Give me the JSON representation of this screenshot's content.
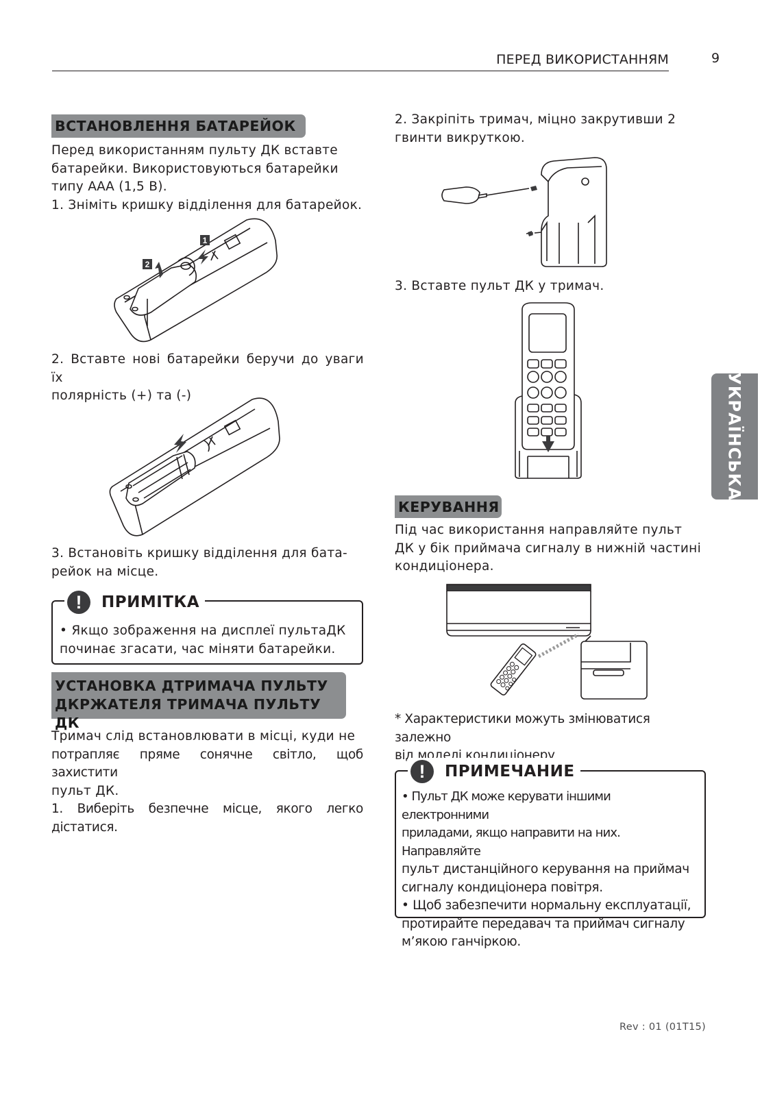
{
  "header": {
    "title": "ПЕРЕД ВИКОРИСТАННЯМ",
    "page_number": "9"
  },
  "side_tab": {
    "label": "УКРАЇНСЬКА"
  },
  "battery_section": {
    "heading": "ВСТАНОВЛЕННЯ БАТАРЕЙОК",
    "intro": [
      "Перед використанням пульту ДК вставте",
      "батарейки. Використовуються батарейки",
      "типу ААА (1,5 В)."
    ],
    "step1": "1. Зніміть кришку відділення для батарейок.",
    "step2": [
      "2. Вставте нові батарейки беручи до уваги їх",
      "полярність (+) та (-)"
    ],
    "step3": [
      "3. Встановіть кришку відділення для бата-",
      "рейок на місце."
    ],
    "figure1_labels": {
      "arrow1": "1",
      "arrow2": "2"
    }
  },
  "note1": {
    "title": "ПРИМІТКА",
    "lines": [
      "• Якщо зображення на дисплеї пультаДК",
      "починає згасати, час міняти батарейки."
    ]
  },
  "holder_section": {
    "heading": [
      "УСТАНОВКА ДТРИМАЧА ПУЛЬТУ",
      "ДКРЖАТЕЛЯ ТРИМАЧА ПУЛЬТУ ДК"
    ],
    "text": [
      "Тримач слід встановлювати в місці, куди не",
      "потрапляє пряме сонячне світло, щоб захистити",
      "пульт ДК."
    ],
    "step1": "1. Виберіть безпечне місце, якого легко дістатися.",
    "step2": [
      "2. Закріпіть тримач, міцно закрутивши 2",
      "гвинти викруткою."
    ],
    "step3": "3. Вставте пульт ДК у тримач."
  },
  "control_section": {
    "heading": "КЕРУВАННЯ",
    "text": [
      "Під час використання направляйте пульт",
      "ДК у бік приймача сигналу в нижній частині",
      "кондиціонера."
    ],
    "footnote": [
      "* Характеристики можуть змінюватися залежно",
      "від моделі кондиціонеру"
    ]
  },
  "note2": {
    "title": "ПРИМЕЧАНИЕ",
    "lines": [
      "• Пульт ДК може керувати іншими електронними",
      "приладами, якщо направити на них. Направляйте",
      "пульт дистанційного керування на приймач",
      "сигналу кондиціонера повітря.",
      "• Щоб забезпечити нормальну експлуатації,",
      "протирайте передавач та приймач сигналу",
      "м’якою ганчіркою."
    ]
  },
  "footer": {
    "revision": "Rev : 01 (01T15)"
  }
}
